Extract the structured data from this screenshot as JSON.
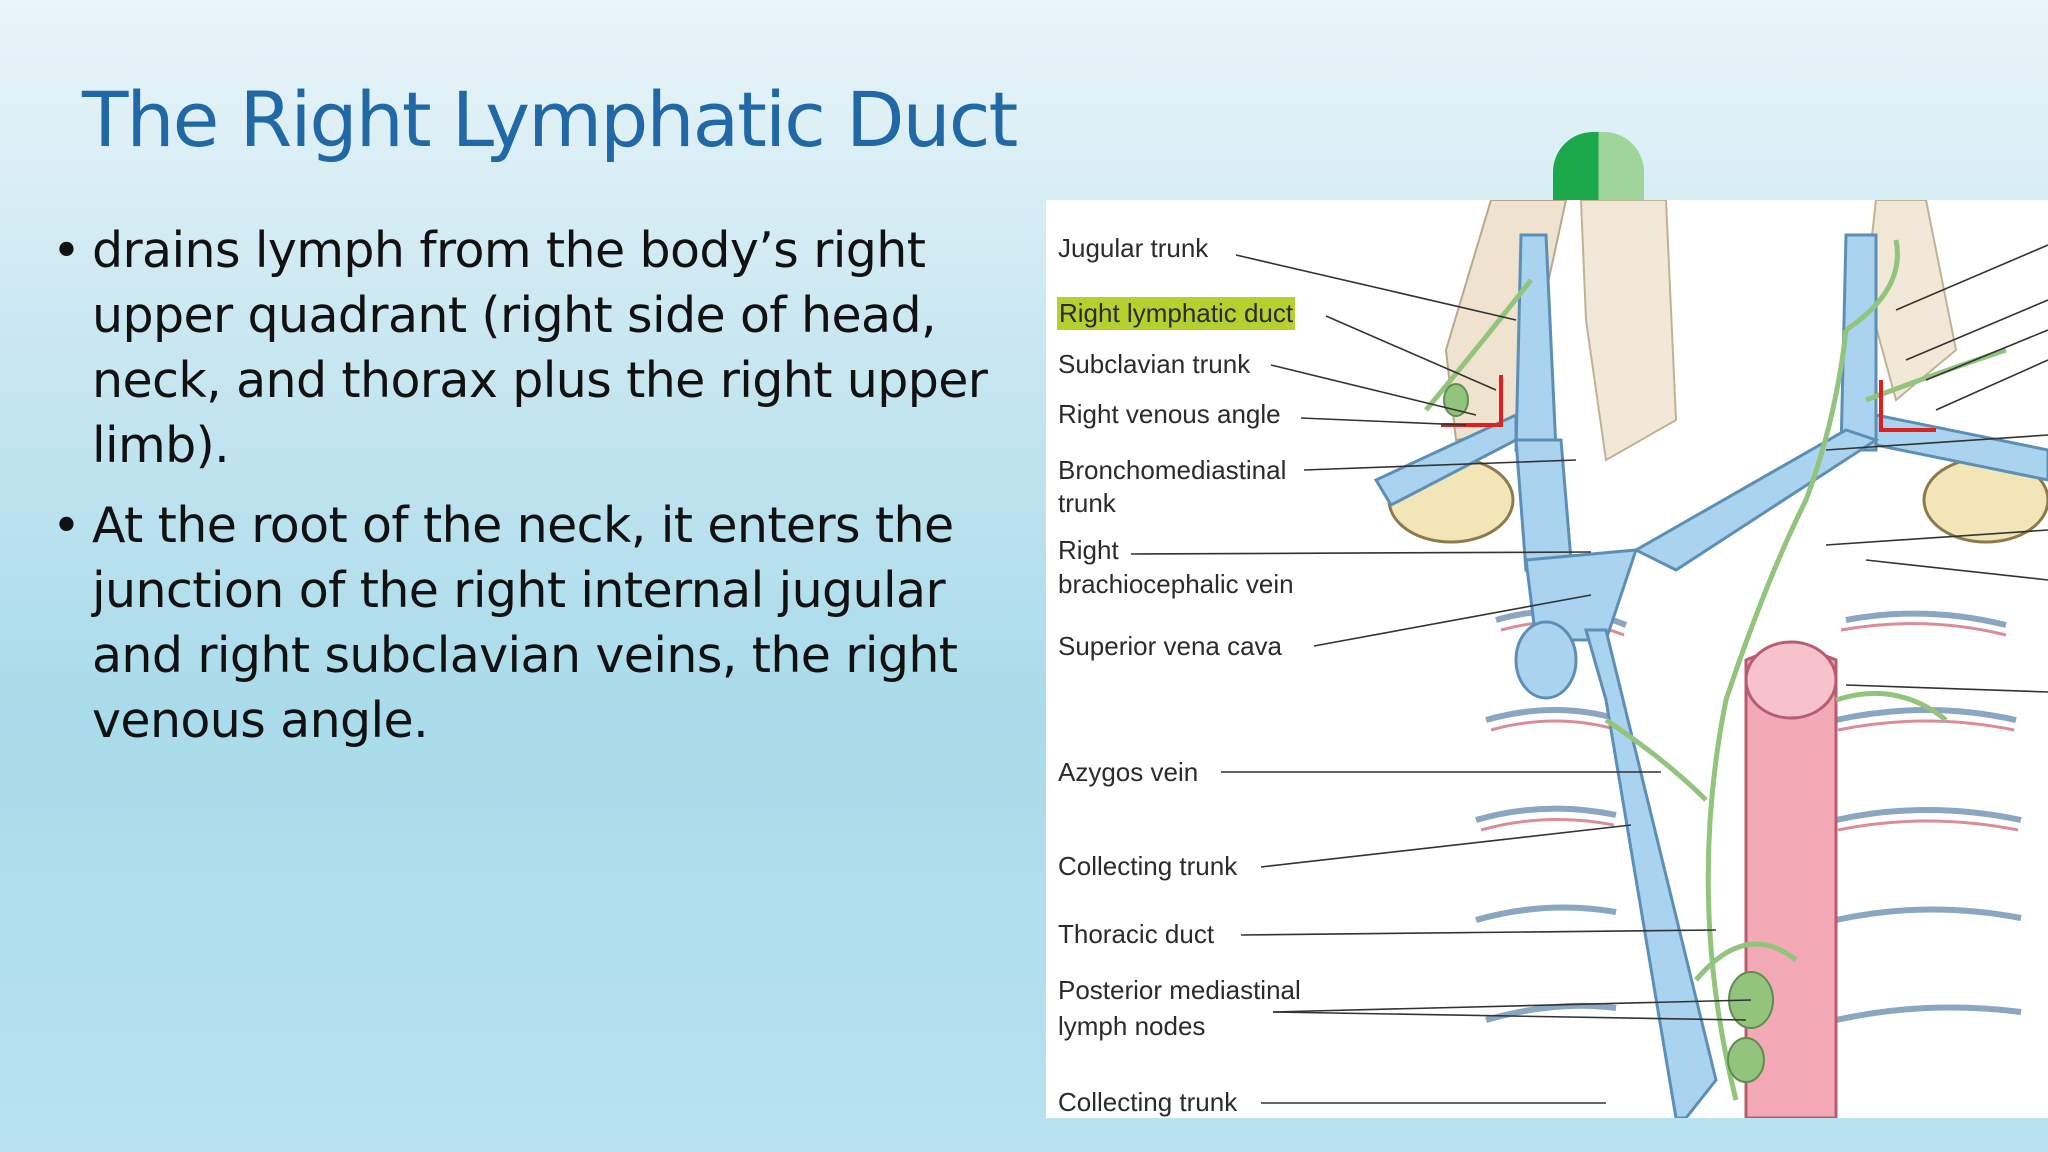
{
  "slide": {
    "title": "The Right Lymphatic Duct",
    "bullets": [
      {
        "symbol": "•",
        "text": "drains lymph from the body’s right upper quadrant (right side of head, neck, and thorax plus the right upper limb)."
      },
      {
        "symbol": "•",
        "text": "At the root of the neck, it enters the junction of the right internal jugular and right subclavian veins, the right venous angle."
      }
    ]
  },
  "figure": {
    "highlight_color": "#b6d12f",
    "labels": {
      "jugular_trunk": "Jugular trunk",
      "right_lymphatic_duct": "Right lymphatic duct",
      "subclavian_trunk": "Subclavian trunk",
      "right_venous_angle": "Right venous angle",
      "bronchomediastinal_1": "Bronchomediastinal",
      "bronchomediastinal_2": "trunk",
      "right_brachio_1": "Right",
      "right_brachio_2": "brachiocephalic vein",
      "superior_vena_cava": "Superior vena cava",
      "azygos_vein": "Azygos vein",
      "collecting_trunk_upper": "Collecting trunk",
      "thoracic_duct": "Thoracic duct",
      "posterior_nodes_1": "Posterior mediastinal",
      "posterior_nodes_2": "lymph nodes",
      "collecting_trunk_lower": "Collecting trunk"
    },
    "colors": {
      "vein": "#a9d3ee",
      "vein_outline": "#5d8fb5",
      "lymph": "#93c47d",
      "artery": "#f3a9b6",
      "bone": "#f2e6b8",
      "muscle": "#efe2cf",
      "angle_marker": "#e02020"
    }
  }
}
